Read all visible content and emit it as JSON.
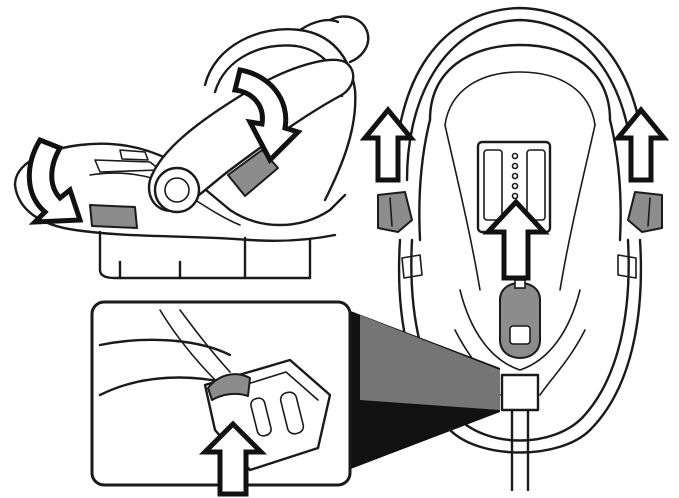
{
  "diagram": {
    "parts": {
      "handle_release_buttons": {
        "count": 2,
        "color": "#8c8c8c"
      },
      "shoulder_clips": {
        "count": 2,
        "color": "#8c8c8c"
      },
      "harness_adjuster_button": {
        "color": "#8c8c8c"
      },
      "detail_release_lever": {
        "color": "#8c8c8c"
      }
    },
    "arrows": {
      "hollow_up": [
        "harness-left-up-arrow",
        "harness-right-up-arrow",
        "center-adjuster-up-arrow",
        "detail-up-arrow"
      ],
      "curved": [
        "handle-rotate-arrow-left",
        "handle-rotate-arrow-right"
      ]
    },
    "detail_inset": {
      "border": "#1a1a1a",
      "wedge_color": "#111111",
      "highlight_color": "#c8c8c8"
    }
  }
}
